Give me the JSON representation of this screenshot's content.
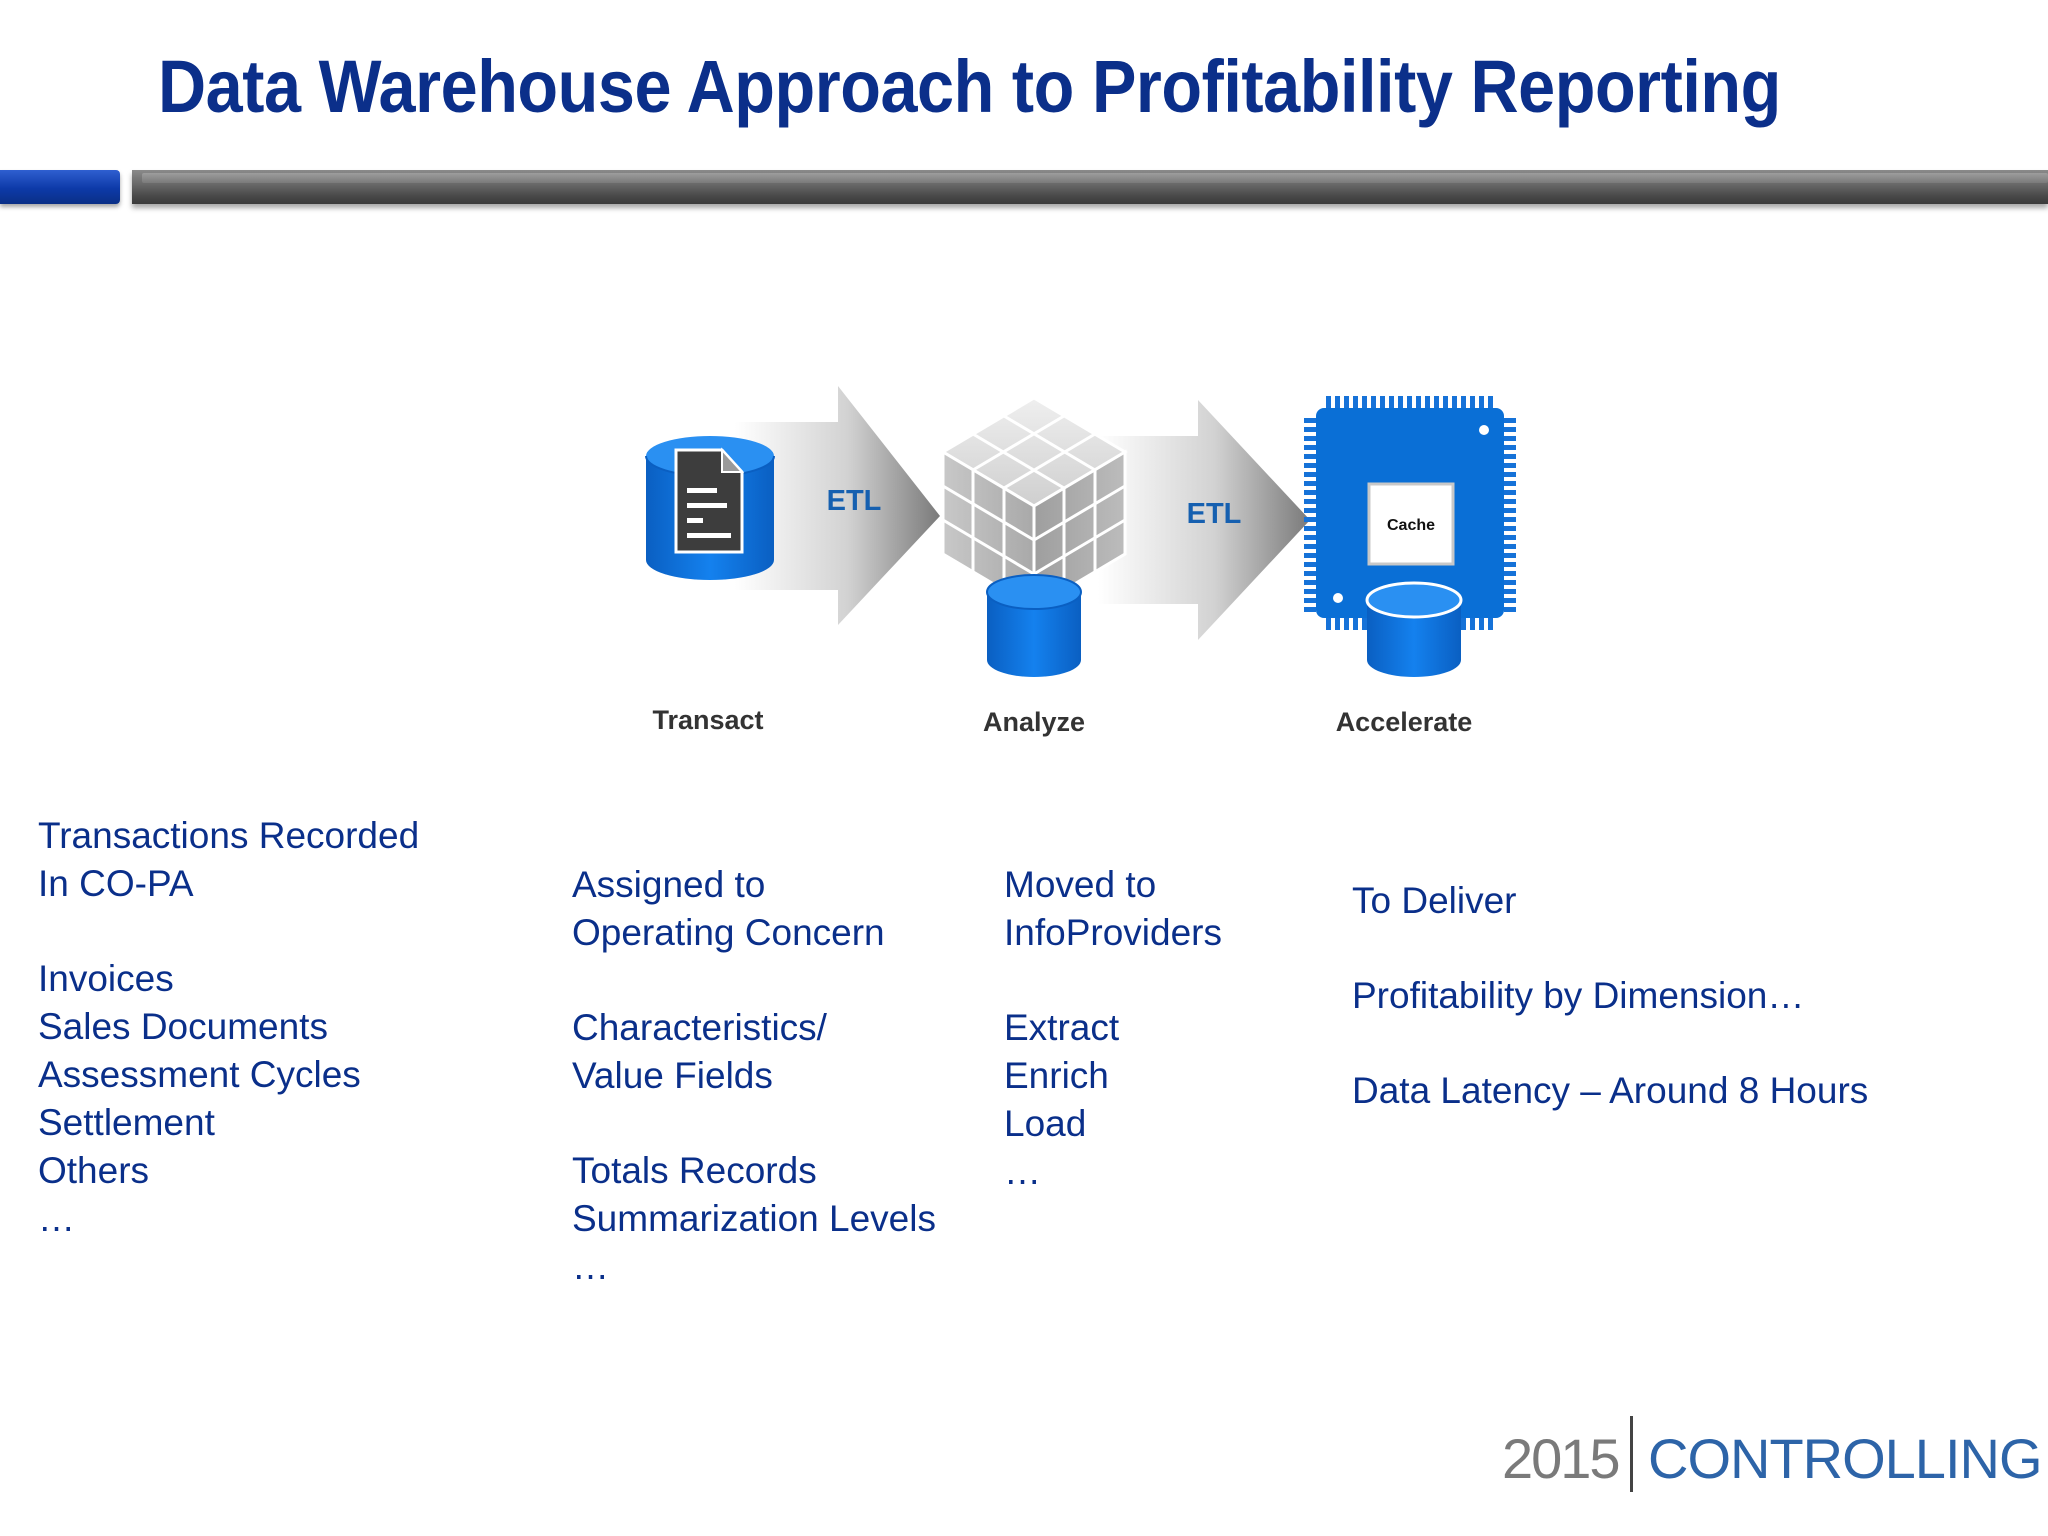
{
  "slide": {
    "title": "Data Warehouse Approach to Profitability Reporting"
  },
  "diagram": {
    "stages": [
      {
        "label": "Transact",
        "icon": "document-database-icon"
      },
      {
        "label": "Analyze",
        "icon": "cube-database-icon"
      },
      {
        "label": "Accelerate",
        "icon": "chip-cache-database-icon"
      }
    ],
    "arrows": [
      {
        "label": "ETL"
      },
      {
        "label": "ETL"
      }
    ],
    "chip_label": "Cache",
    "colors": {
      "icon_blue": "#0a6fd6",
      "etl_text": "#1660b0",
      "stage_label": "#333333",
      "body_text": "#0a2f8a",
      "title": "#0b2f8a"
    }
  },
  "columns": [
    {
      "name": "transact",
      "lines": [
        "Transactions Recorded",
        "In CO-PA",
        "",
        "Invoices",
        "Sales Documents",
        "Assessment Cycles",
        "Settlement",
        "Others",
        "…"
      ]
    },
    {
      "name": "operating-concern",
      "lines": [
        "Assigned to",
        "Operating Concern",
        "",
        "Characteristics/",
        "Value Fields",
        "",
        "Totals Records",
        "Summarization Levels",
        "…"
      ]
    },
    {
      "name": "infoproviders",
      "lines": [
        "Moved to",
        "InfoProviders",
        "",
        "Extract",
        "Enrich",
        "Load",
        "…"
      ]
    },
    {
      "name": "deliver",
      "lines": [
        "To Deliver",
        "",
        "Profitability by Dimension…",
        "",
        "Data Latency – Around 8 Hours"
      ]
    }
  ],
  "logo": {
    "year": "2015",
    "name": "CONTROLLING"
  }
}
